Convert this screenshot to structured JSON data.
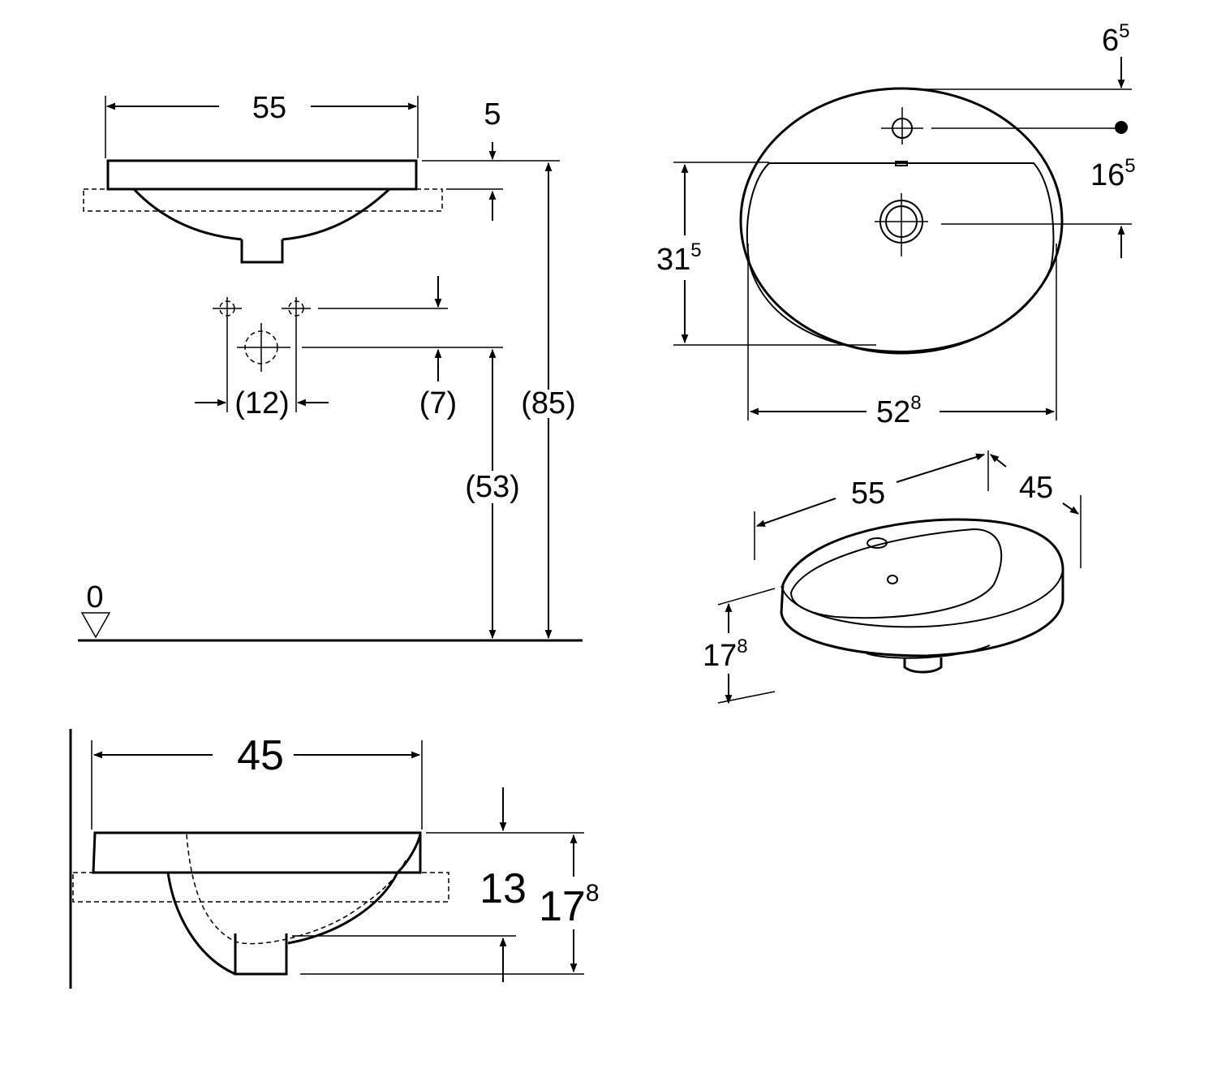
{
  "side_view": {
    "width": "55",
    "rim": "5",
    "tap_spacing": "(12)",
    "tap_offset": "(7)",
    "outlet_height": "(53)",
    "overall_height": "(85)",
    "floor_level": "0"
  },
  "top_view": {
    "offset_top_main": "6",
    "offset_top_sup": "5",
    "offset_mid_main": "16",
    "offset_mid_sup": "5",
    "depth_main": "31",
    "depth_sup": "5",
    "width_main": "52",
    "width_sup": "8"
  },
  "iso_view": {
    "length": "55",
    "depth": "45",
    "height_main": "17",
    "height_sup": "8"
  },
  "section_view": {
    "width": "45",
    "bowl_depth": "13",
    "height_main": "17",
    "height_sup": "8"
  }
}
